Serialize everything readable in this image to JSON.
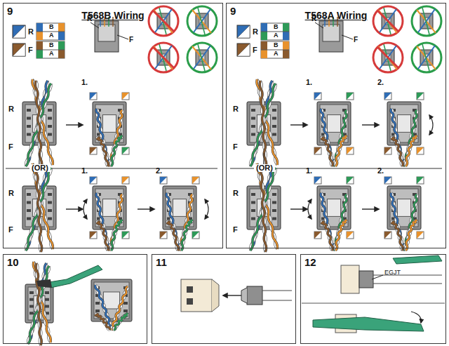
{
  "diagram": {
    "nodes": [
      {
        "text": [
          "9",
          "T568B Wiring"
        ]
      },
      {
        "text": [
          "9",
          "T568A Wiring"
        ]
      },
      {
        "text": [
          "10"
        ]
      },
      {
        "text": [
          "11"
        ]
      },
      {
        "text": [
          "12"
        ]
      }
    ],
    "labels": [
      "R",
      "B",
      "A",
      "F",
      "B",
      "A",
      "R",
      "F",
      "R",
      "F",
      "1.",
      "(OR)",
      "1.",
      "2.",
      "R",
      "F",
      "R",
      "B",
      "A",
      "F",
      "B",
      "A",
      "R",
      "F",
      "R",
      "F",
      "1.",
      "2.",
      "(OR)",
      "1.",
      "2.",
      "R",
      "F",
      "EGJT"
    ]
  }
}
